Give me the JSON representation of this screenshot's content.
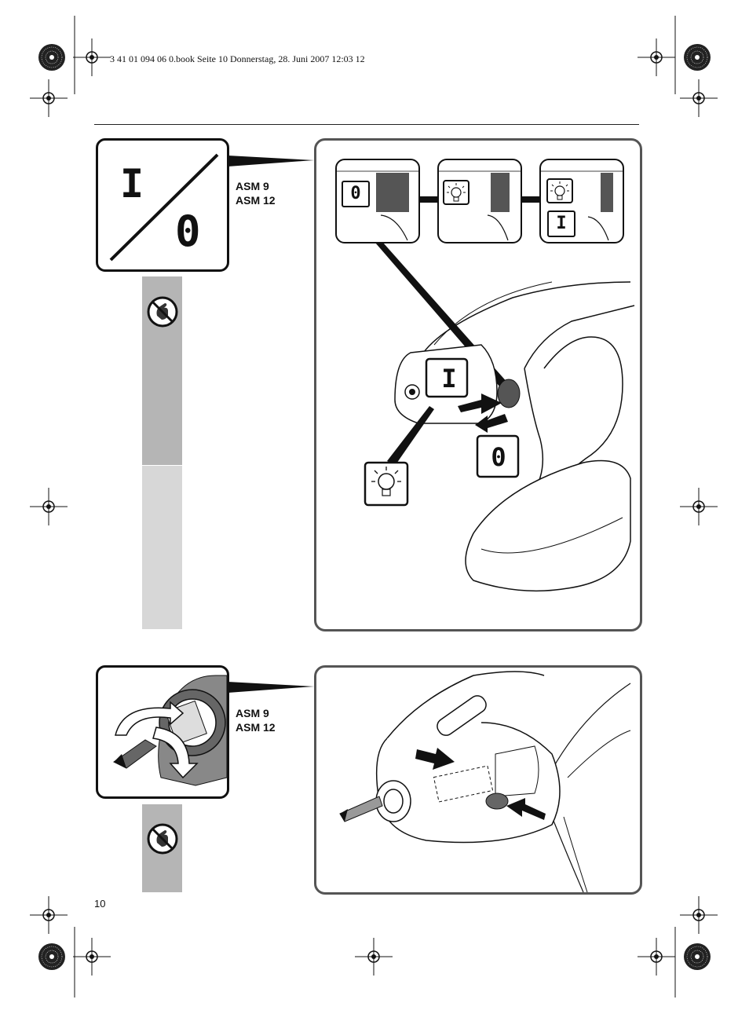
{
  "header": {
    "text": "3 41 01 094 06 0.book  Seite 10  Donnerstag, 28. Juni 2007  12:03 12"
  },
  "figure1": {
    "symbol_on": "I",
    "symbol_off": "0",
    "models": [
      "ASM 9",
      "ASM 12"
    ],
    "states": [
      {
        "symbol": "0"
      },
      {
        "symbol": "lamp"
      },
      {
        "symbol": "lamp",
        "symbol2": "I"
      }
    ],
    "callout_on": "I",
    "callout_off": "0"
  },
  "figure2": {
    "models": [
      "ASM 9",
      "ASM 12"
    ]
  },
  "footer": {
    "page_number": "10"
  },
  "icons": [
    "registration-mark-icon",
    "no-tools-hand-icon",
    "lamp-icon",
    "rotate-arrow-icon",
    "push-arrow-icon"
  ]
}
